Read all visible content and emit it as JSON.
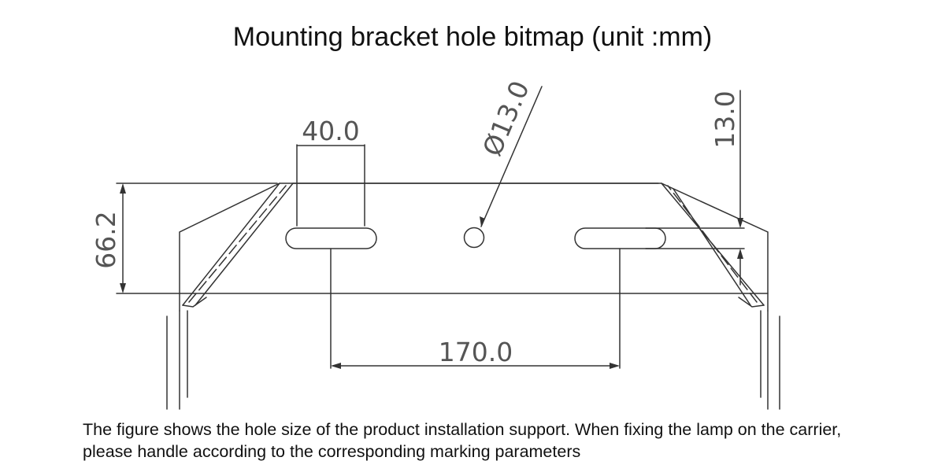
{
  "title": "Mounting bracket hole bitmap (unit :mm)",
  "dimensions": {
    "slot_length": "40.0",
    "hole_diameter": "Ø13.0",
    "slot_width": "13.0",
    "bracket_height": "66.2",
    "slot_spacing": "170.0"
  },
  "caption": "The figure shows the hole size of the product installation support. When fixing the lamp on the carrier, please handle according to the corresponding marking parameters",
  "colors": {
    "line": "#333333",
    "dimension_text": "#555555",
    "text": "#111111"
  }
}
